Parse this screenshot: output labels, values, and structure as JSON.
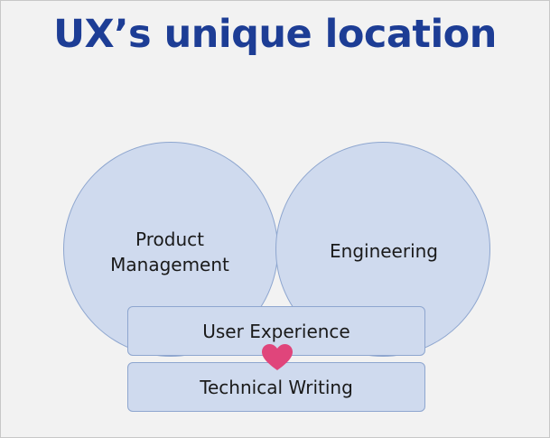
{
  "title": "UX’s unique location",
  "circles": {
    "left_label_line1": "Product",
    "left_label_line2": "Management",
    "right_label": "Engineering"
  },
  "boxes": {
    "user_experience": "User Experience",
    "technical_writing": "Technical Writing"
  },
  "colors": {
    "title": "#1d3d95",
    "shape_fill": "#cfdaee",
    "shape_border": "#8ea6cf",
    "heart": "#e0457b",
    "background": "#f2f2f2"
  },
  "icons": {
    "heart": "heart-icon"
  }
}
